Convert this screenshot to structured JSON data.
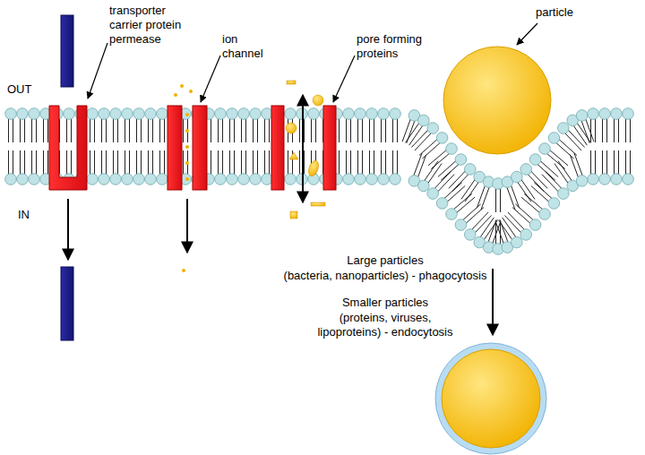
{
  "diagram": {
    "labels": [
      "transporter carrier protein permease",
      "ion channel",
      "pore forming proteins",
      "particle",
      "OUT",
      "IN",
      "Large particles",
      "(bacteria, nanoparticles)  - phagocytosis",
      "Smaller particles",
      "(proteins, viruses, lipoproteins) - endocytosis"
    ]
  }
}
